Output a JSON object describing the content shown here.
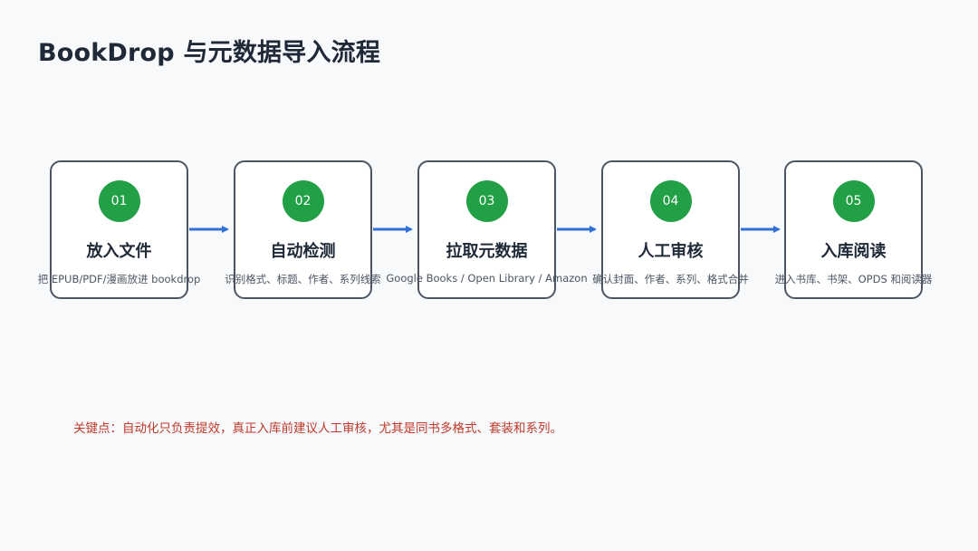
{
  "title": "BookDrop 与元数据导入流程",
  "colors": {
    "badge": "#22a046",
    "connector": "#2f6fd6",
    "note": "#c0392b",
    "card_border": "#4b5563"
  },
  "steps": [
    {
      "number": "01",
      "title": "放入文件",
      "description": "把 EPUB/PDF/漫画放进 bookdrop"
    },
    {
      "number": "02",
      "title": "自动检测",
      "description": "识别格式、标题、作者、系列线索"
    },
    {
      "number": "03",
      "title": "拉取元数据",
      "description": "Google Books / Open Library / Amazon"
    },
    {
      "number": "04",
      "title": "人工审核",
      "description": "确认封面、作者、系列、格式合并"
    },
    {
      "number": "05",
      "title": "入库阅读",
      "description": "进入书库、书架、OPDS 和阅读器"
    }
  ],
  "key_note": "关键点：自动化只负责提效，真正入库前建议人工审核，尤其是同书多格式、套装和系列。"
}
